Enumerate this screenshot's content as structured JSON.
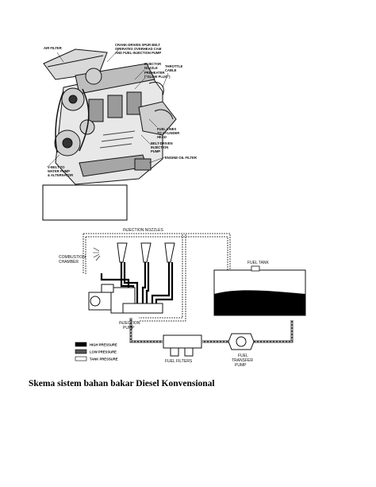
{
  "engine_figure": {
    "labels": {
      "air_filter": "AIR FILTER",
      "crank_driven_belt": [
        "CRANK-DRIVEN SPUR BELT",
        "OPERATES OVERHEAD CAM",
        "AND FUEL-INJECTION PUMP"
      ],
      "injector_nozzle": [
        "INJECTOR",
        "NOZZLE"
      ],
      "throttle_cable": [
        "THROTTLE",
        "CABLE"
      ],
      "preheater": [
        "PREHEATER",
        "(\"GLOW PLUG\")"
      ],
      "fuel_lines": [
        "FUEL LINES",
        "TO CYLINDER",
        "HEAD"
      ],
      "belt_driven_pump": [
        "BELT-DRIVEN",
        "INJECTION",
        "PUMP"
      ],
      "engine_oil_filter": "ENGINE-OIL FILTER",
      "vbelt": [
        "V-BELT TO",
        "WATER PUMP",
        "& ALTERNATOR"
      ]
    }
  },
  "fuel_diagram": {
    "labels": {
      "injection_nozzles": "INJECTION NOZZLES",
      "combustion_chamber": [
        "COMBUSTION",
        "CHAMBER"
      ],
      "fuel_tank": "FUEL TANK",
      "injection_pump": [
        "INJECTION",
        "PUMP"
      ],
      "fuel_filters": "FUEL FILTERS",
      "fuel_transfer_pump": [
        "FUEL",
        "TRANSFER",
        "PUMP"
      ]
    },
    "legend": [
      {
        "label": "HIGH PRESSURE",
        "style": "solid",
        "color": "#000000"
      },
      {
        "label": "LOW PRESSURE",
        "style": "hatched",
        "color": "#555555"
      },
      {
        "label": "TANK PRESSURE",
        "style": "open",
        "color": "#ffffff"
      }
    ]
  },
  "caption": "Skema sistem bahan bakar Diesel Konvensional"
}
